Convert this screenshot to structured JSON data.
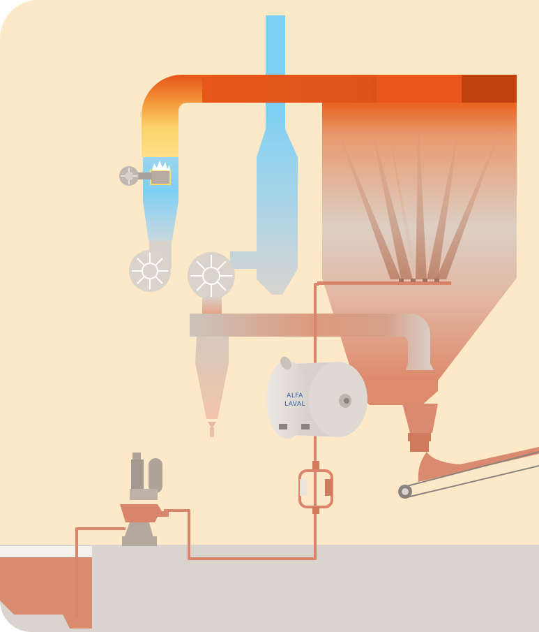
{
  "diagram": {
    "description_visible_text": "",
    "logo": {
      "lines": [
        "ALFA",
        "LAVAL"
      ]
    },
    "components": [
      "combustion-air-fan",
      "burner-flame",
      "hot-air-duct",
      "cooling-air-inlet",
      "exhaust-fan-left",
      "exhaust-fan-right",
      "drying-chamber",
      "atomizer-spray-nozzles",
      "cyclone-separator",
      "plate-heat-exchanger",
      "filter-unit",
      "feed-pump",
      "feed-tank",
      "powder-conveyor"
    ]
  },
  "colors": {
    "background": "#fde9c8",
    "hot_duct": "#e5521a",
    "hot_duct_dark": "#c24310",
    "flame_yellow": "#fddc6a",
    "cool_air": "#7fcff4",
    "machine_grey": "#dad3cb",
    "pipe": "#d9856b",
    "floor": "#d9d4cd",
    "tank": "#d98a6f",
    "conveyor": "#d98a6f"
  }
}
